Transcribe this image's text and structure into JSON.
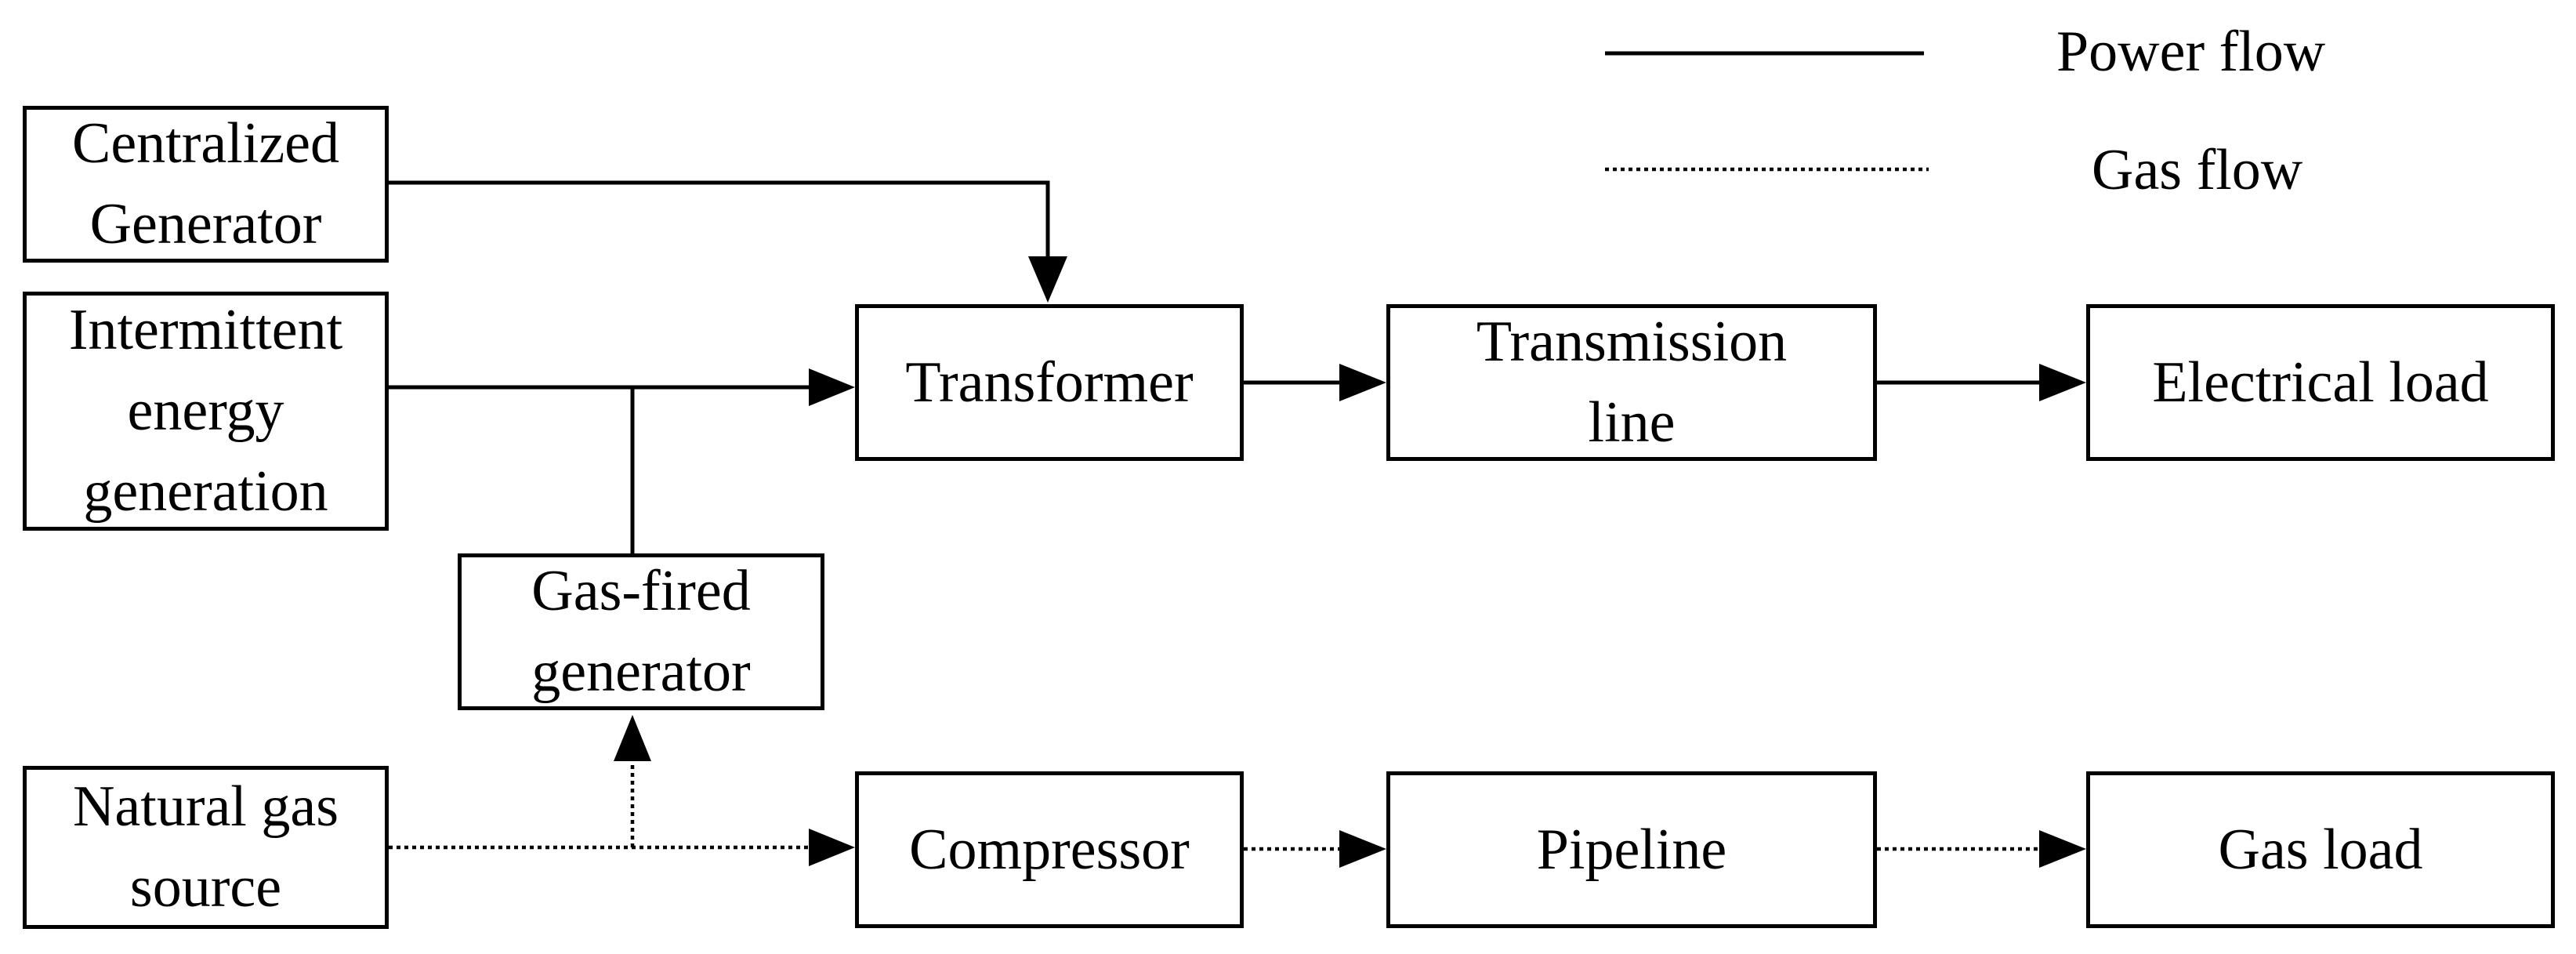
{
  "legend": {
    "power_flow": "Power flow",
    "gas_flow": "Gas flow"
  },
  "nodes": {
    "centralized_generator": [
      "Centralized",
      "Generator"
    ],
    "intermittent_energy_generation": [
      "Intermittent",
      "energy",
      "generation"
    ],
    "gas_fired_generator": [
      "Gas-fired",
      "generator"
    ],
    "natural_gas_source": [
      "Natural gas",
      "source"
    ],
    "transformer": [
      "Transformer"
    ],
    "transmission_line": [
      "Transmission",
      "line"
    ],
    "electrical_load": [
      "Electrical load"
    ],
    "compressor": [
      "Compressor"
    ],
    "pipeline": [
      "Pipeline"
    ],
    "gas_load": [
      "Gas load"
    ]
  }
}
